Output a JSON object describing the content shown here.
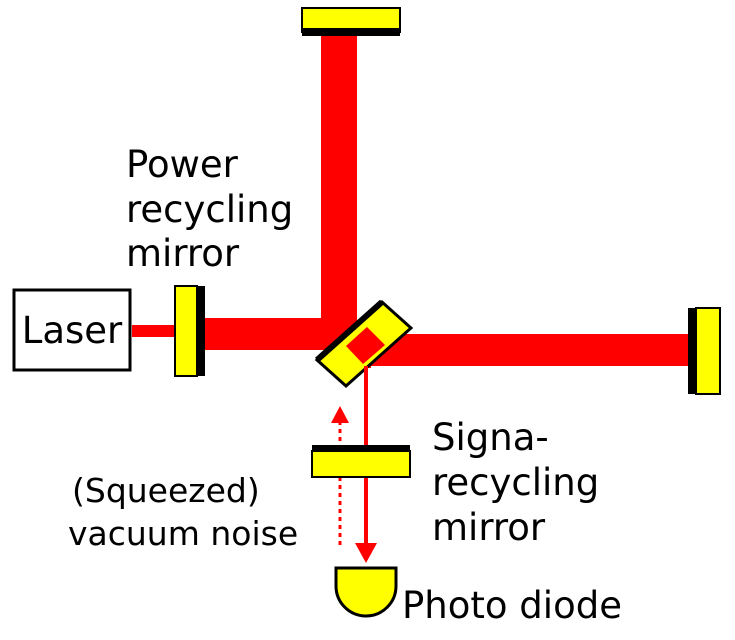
{
  "labels": {
    "laser": "Laser",
    "power_recycling_mirror": [
      "Power",
      "recycling",
      "mirror"
    ],
    "signal_recycling_mirror": [
      "Signa-",
      "recycling",
      "mirror"
    ],
    "vacuum_noise": [
      "(Squeezed)",
      "vacuum noise"
    ],
    "photo_diode": "Photo diode"
  },
  "colors": {
    "beam": "#ff0000",
    "mirror_face": "#ffff00",
    "mirror_edge": "#000000",
    "background": "#ffffff"
  }
}
